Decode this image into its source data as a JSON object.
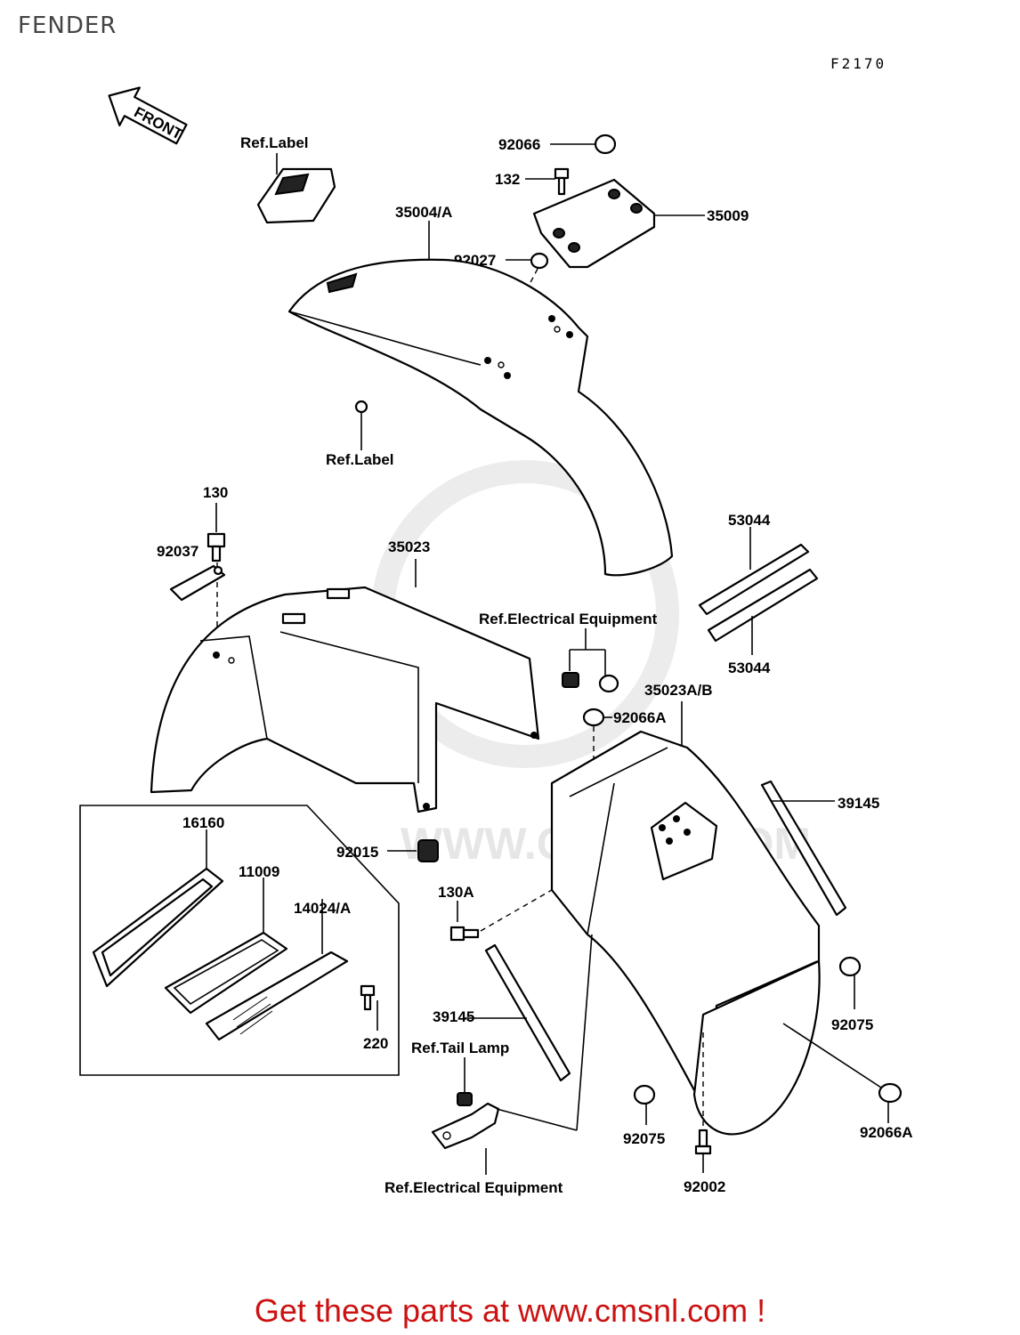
{
  "page": {
    "title": "FENDER",
    "diagram_code": "F2170",
    "front_arrow_label": "FRONT",
    "watermark_text": "WWW.CMSNL.COM"
  },
  "labels": {
    "ref_label_top": "Ref.Label",
    "p92066": "92066",
    "p132": "132",
    "p35009": "35009",
    "p35004": "35004/A",
    "p92027": "92027",
    "ref_label_mid": "Ref.Label",
    "p130": "130",
    "p92037": "92037",
    "p35023": "35023",
    "p53044_top": "53044",
    "p53044_bottom": "53044",
    "ref_electrical_top": "Ref.Electrical Equipment",
    "p35023ab": "35023A/B",
    "p92066a_top": "92066A",
    "p16160": "16160",
    "p11009": "11009",
    "p14024": "14024/A",
    "p92015": "92015",
    "p39145_right": "39145",
    "p130a": "130A",
    "p220": "220",
    "p39145_left": "39145",
    "ref_tail_lamp": "Ref.Tail Lamp",
    "p92075_right": "92075",
    "p92066a_bottom": "92066A",
    "p92075_bottom": "92075",
    "p92002": "92002",
    "ref_electrical_bottom": "Ref.Electrical Equipment"
  },
  "footer": {
    "cta": "Get these parts at www.cmsnl.com !"
  },
  "colors": {
    "footer_text": "#cc1111",
    "title_text": "#444444",
    "watermark": "#e6e6e6"
  }
}
